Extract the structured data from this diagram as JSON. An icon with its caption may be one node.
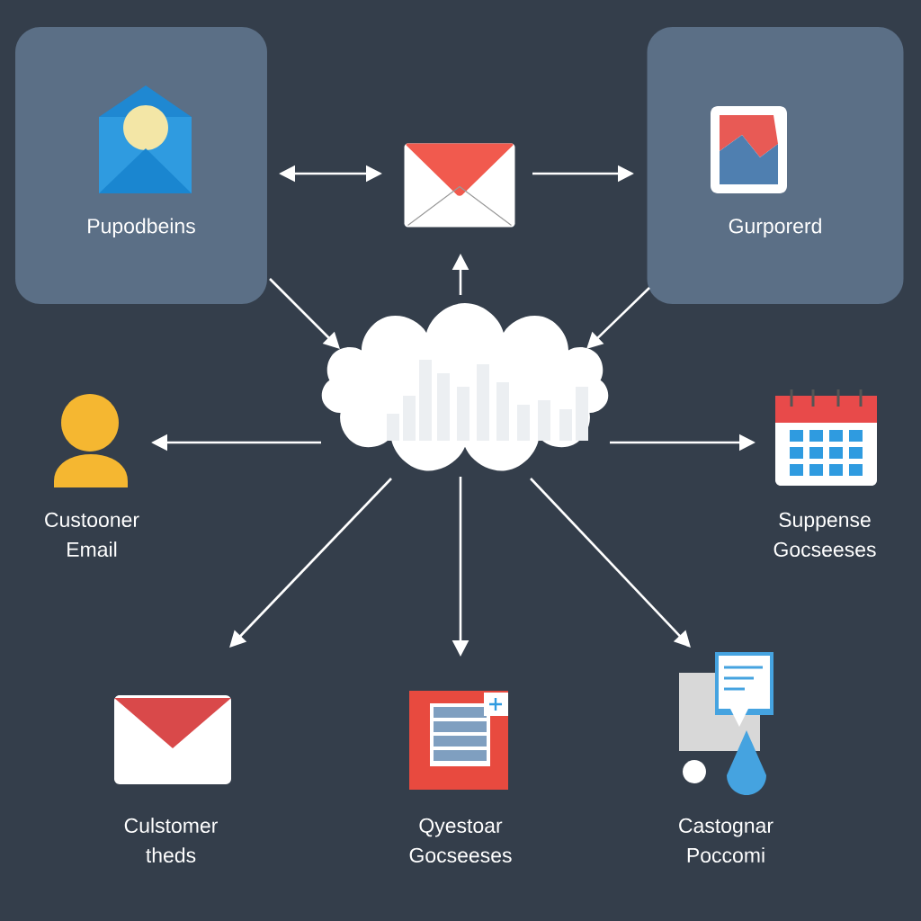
{
  "diagram": {
    "nodes": [
      {
        "text": [
          "Pupodbeins"
        ]
      },
      {
        "text": [],
        "shape": "picture"
      },
      {
        "text": [
          "Gurporerd"
        ]
      },
      {
        "text": [],
        "shape": "cloud"
      },
      {
        "text": [
          "Custooner Email"
        ]
      },
      {
        "text": [
          "Suppense Gocseeses"
        ]
      },
      {
        "text": [
          "Culstomer theds"
        ]
      },
      {
        "text": [
          "Qyestoar Gocseeses"
        ]
      },
      {
        "text": [
          "Castognar Poccomi"
        ]
      }
    ],
    "edges": [
      {
        "from": 0,
        "to": 1,
        "arrow": "both"
      },
      {
        "from": 1,
        "to": 2,
        "arrow": "to"
      },
      {
        "from": 3,
        "to": 1,
        "arrow": "to"
      },
      {
        "from": 0,
        "to": 3,
        "arrow": "to"
      },
      {
        "from": 2,
        "to": 3,
        "arrow": "to"
      },
      {
        "from": 3,
        "to": 4,
        "arrow": "to"
      },
      {
        "from": 3,
        "to": 5,
        "arrow": "to"
      },
      {
        "from": 3,
        "to": 6,
        "arrow": "to"
      },
      {
        "from": 3,
        "to": 7,
        "arrow": "to"
      },
      {
        "from": 3,
        "to": 8,
        "arrow": "to"
      }
    ]
  }
}
